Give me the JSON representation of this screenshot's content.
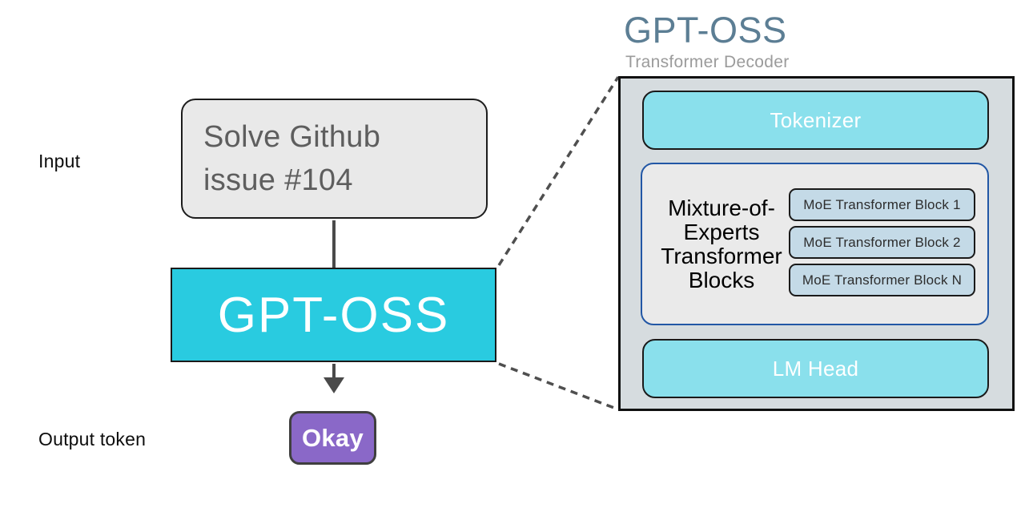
{
  "left_flow": {
    "input_label": "Input",
    "output_label": "Output token",
    "prompt_box": {
      "line1": "Solve Github",
      "line2": "issue #104"
    },
    "model_label": "GPT-OSS",
    "output_token": "Okay"
  },
  "decoder_panel": {
    "title": "GPT-OSS",
    "subtitle": "Transformer Decoder",
    "tokenizer_label": "Tokenizer",
    "moe_group_label": {
      "line1": "Mixture-of-",
      "line2": "Experts",
      "line3": "Transformer",
      "line4": "Blocks"
    },
    "moe_blocks": [
      "MoE Transformer Block 1",
      "MoE Transformer Block 2",
      "MoE Transformer Block N"
    ],
    "lm_head_label": "LM Head"
  },
  "colors": {
    "model_cyan": "#29CBE0",
    "light_cyan": "#8AE0EC",
    "moe_block_fill": "#C4DAE7",
    "moe_container_fill": "#EAEAEA",
    "moe_container_border": "#2257A5",
    "panel_fill": "#D6DCDF",
    "input_box_fill": "#E9E9E9",
    "output_purple": "#8A68C8",
    "title_slate": "#5C7E94",
    "arrow_gray": "#4A4A4A"
  }
}
